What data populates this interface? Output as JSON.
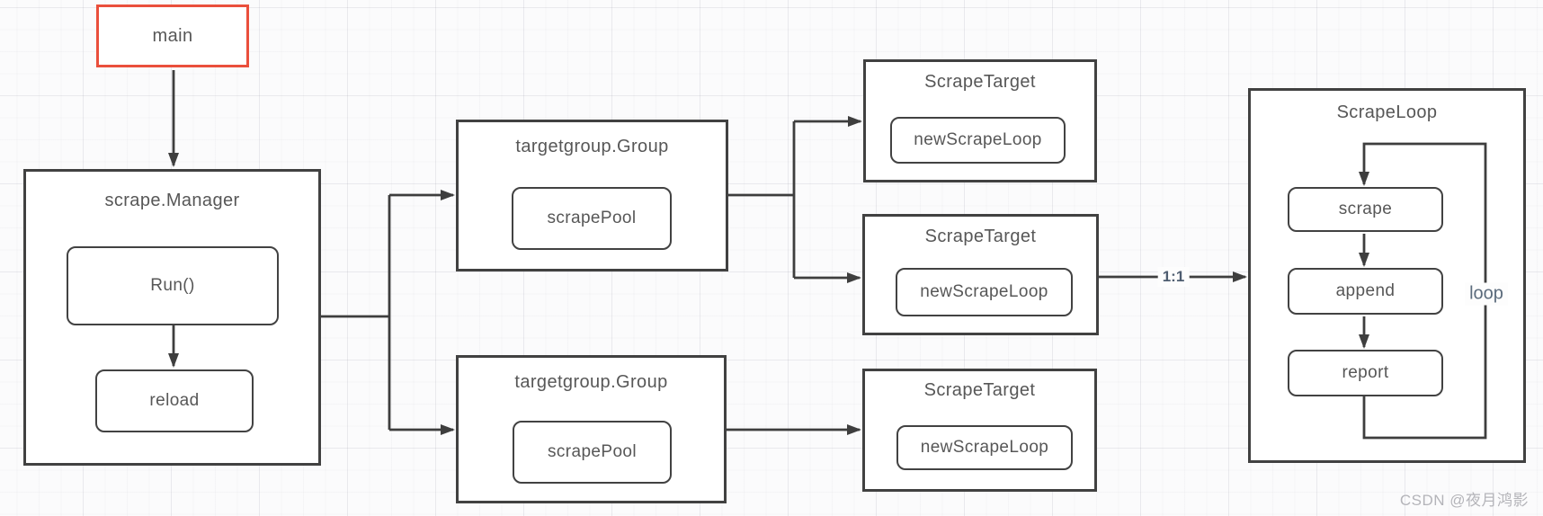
{
  "diagram": {
    "nodes": {
      "main": {
        "label": "main"
      },
      "manager": {
        "title": "scrape.Manager",
        "run": "Run()",
        "reload": "reload"
      },
      "group1": {
        "title": "targetgroup.Group",
        "pool": "scrapePool"
      },
      "group2": {
        "title": "targetgroup.Group",
        "pool": "scrapePool"
      },
      "target1": {
        "title": "ScrapeTarget",
        "inner": "newScrapeLoop"
      },
      "target2": {
        "title": "ScrapeTarget",
        "inner": "newScrapeLoop"
      },
      "target3": {
        "title": "ScrapeTarget",
        "inner": "newScrapeLoop"
      },
      "scrapeLoop": {
        "title": "ScrapeLoop",
        "steps": [
          "scrape",
          "append",
          "report"
        ]
      }
    },
    "edge_labels": {
      "cardinality": "1:1",
      "loop": "loop"
    },
    "colors": {
      "highlight_border": "#ea4f3c",
      "box_border": "#414141",
      "edge_stroke": "#3e3e3e",
      "label_text": "#575757",
      "edge_label_text": "#4e5d70",
      "watermark_text": "#b4b4b9"
    }
  },
  "watermark": "CSDN @夜月鸿影"
}
